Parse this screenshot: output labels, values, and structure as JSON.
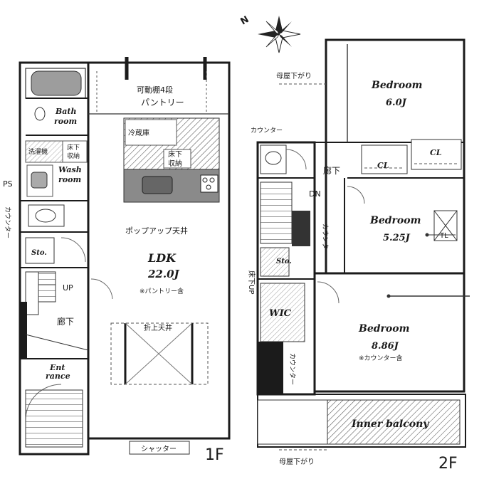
{
  "north_label": "N",
  "floor1": {
    "floor_label": "1F",
    "ldk": {
      "name": "LDK",
      "size": "22.0J",
      "note": "※パントリー含"
    },
    "bath": {
      "line1": "Bath",
      "line2": "room"
    },
    "wash": {
      "line1": "Wash",
      "line2": "room"
    },
    "washer": "洗濯機",
    "underfloor_wash_1": "床下",
    "underfloor_wash_2": "収納",
    "sto": "Sto.",
    "up": "UP",
    "hall": "廊下",
    "entrance1": "Ent",
    "entrance2": "rance",
    "ps": "PS",
    "counter_left": "カウンター",
    "pantry_shelf": "可動棚4段",
    "pantry": "パントリー",
    "fridge": "冷蔵庫",
    "underfloor_kitchen_1": "床下",
    "underfloor_kitchen_2": "収納",
    "popup_ceiling": "ポップアップ天井",
    "folded_ceiling": "折上天井",
    "shutter": "シャッター"
  },
  "floor2": {
    "floor_label": "2F",
    "bedroom1": {
      "name": "Bedroom",
      "size": "6.0J"
    },
    "bedroom2": {
      "name": "Bedroom",
      "size": "5.25J"
    },
    "bedroom3": {
      "name": "Bedroom",
      "size": "8.86J",
      "note": "※カウンター含"
    },
    "cl1": "CL",
    "cl2": "CL",
    "tl": "TL",
    "wic": "WIC",
    "sto": "Sto.",
    "dn": "DN",
    "hall": "廊下",
    "counter_top": "カウンター",
    "counter_mid": "カウンター",
    "counter_low": "カウンター",
    "underfloor_up": "床下UP",
    "main_roof_top": "母屋下がり",
    "main_roof_bottom": "母屋下がり",
    "inner_balcony": "Inner balcony"
  }
}
